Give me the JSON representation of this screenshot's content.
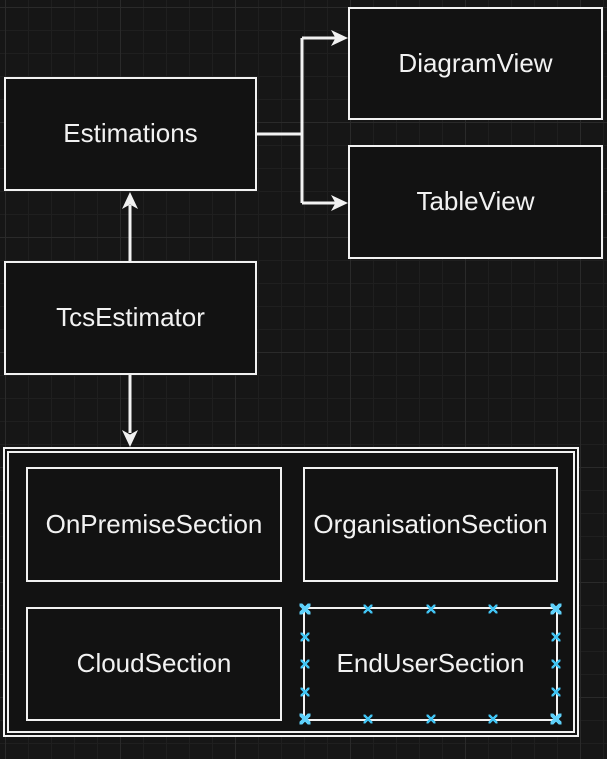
{
  "diagram": {
    "nodes": {
      "estimations": {
        "label": "Estimations"
      },
      "diagram_view": {
        "label": "DiagramView"
      },
      "table_view": {
        "label": "TableView"
      },
      "tcs_estimator": {
        "label": "TcsEstimator"
      },
      "on_premise_section": {
        "label": "OnPremiseSection"
      },
      "organisation_section": {
        "label": "OrganisationSection"
      },
      "cloud_section": {
        "label": "CloudSection"
      },
      "end_user_section": {
        "label": "EndUserSection",
        "state": "connection-points-visible"
      }
    },
    "edges": [
      {
        "from": "Estimations",
        "to": "DiagramView",
        "direction": "right"
      },
      {
        "from": "Estimations",
        "to": "TableView",
        "direction": "right"
      },
      {
        "from": "TcsEstimator",
        "to": "Estimations",
        "direction": "up"
      },
      {
        "from": "TcsEstimator",
        "to": "sections-container",
        "direction": "down"
      }
    ],
    "colors": {
      "background": "#161616",
      "grid_minor": "#1f1f1f",
      "grid_major": "#2a2a2a",
      "node_fill": "#121212",
      "node_border": "#f2f2f2",
      "text": "#f2f2f2",
      "edge": "#f2f2f2",
      "connection_point": "#41c3f2"
    }
  }
}
